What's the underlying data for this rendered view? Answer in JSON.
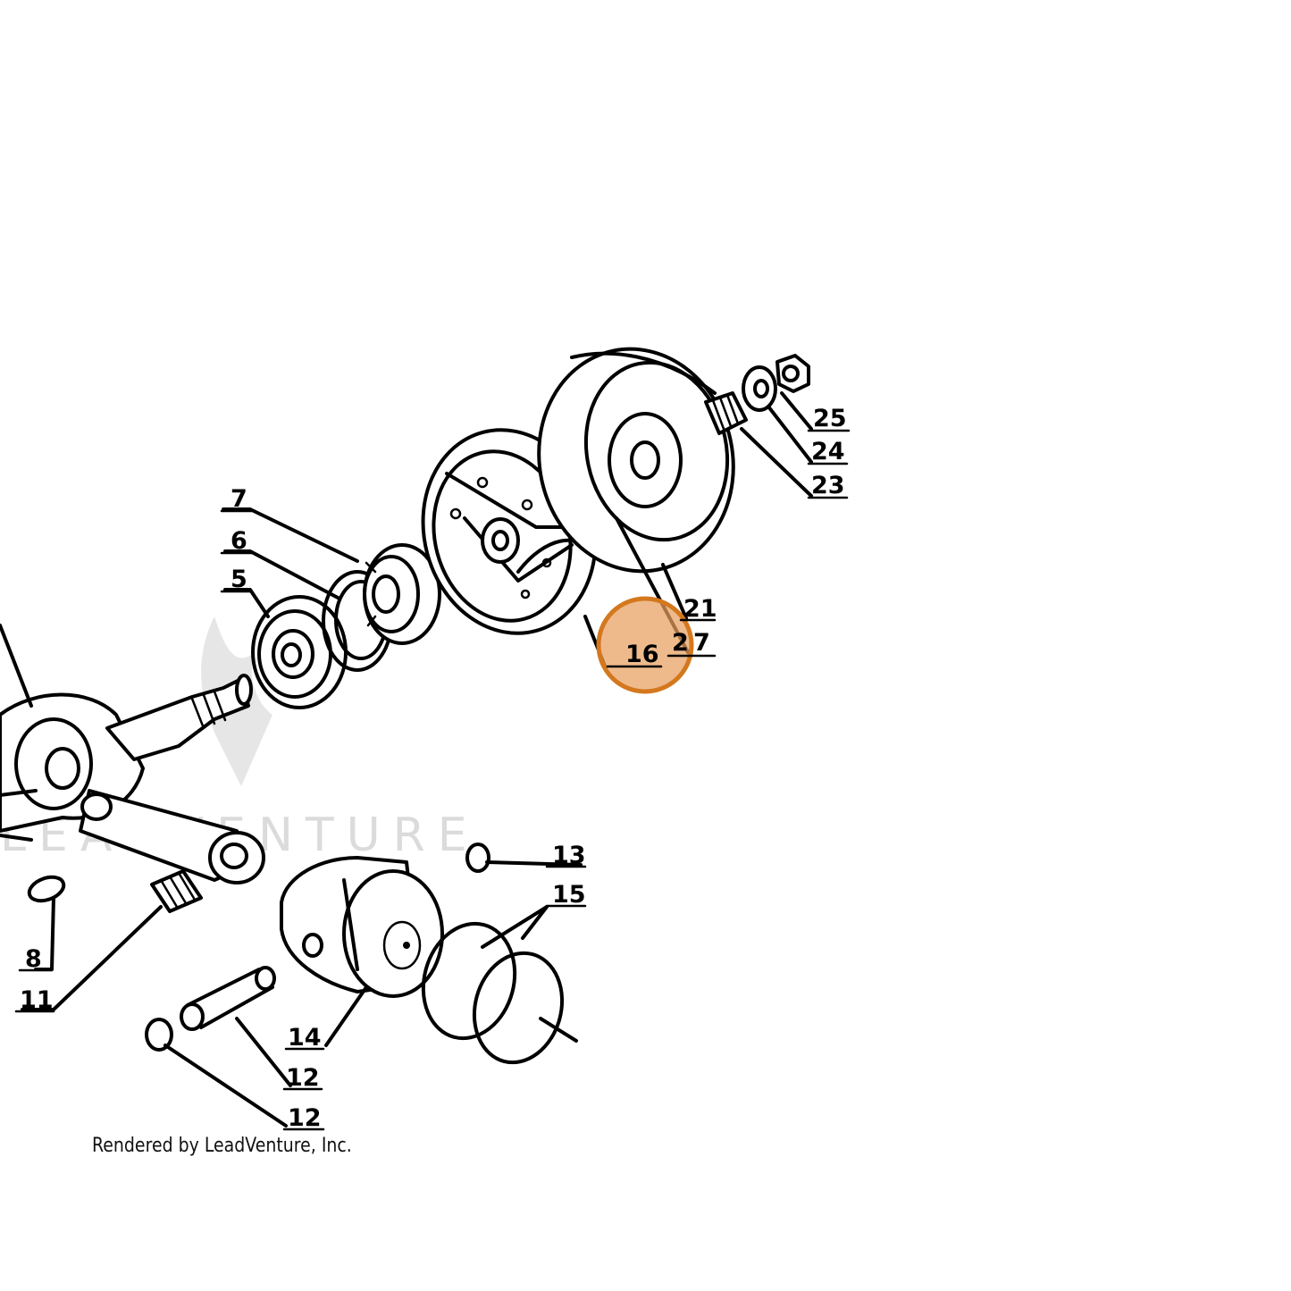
{
  "watermark": {
    "text": "LEADVENTURE"
  },
  "credit": "Rendered by LeadVenture, Inc.",
  "highlight": {
    "color": "#e8a060",
    "stroke": "#d4781e"
  },
  "callouts": [
    {
      "id": "c5",
      "text": "5"
    },
    {
      "id": "c6",
      "text": "6"
    },
    {
      "id": "c7a",
      "text": "7"
    },
    {
      "id": "c7b",
      "text": "7"
    },
    {
      "id": "c8",
      "text": "8"
    },
    {
      "id": "c11",
      "text": "11"
    },
    {
      "id": "c12a",
      "text": "12"
    },
    {
      "id": "c12b",
      "text": "12"
    },
    {
      "id": "c13",
      "text": "13"
    },
    {
      "id": "c14",
      "text": "14"
    },
    {
      "id": "c15",
      "text": "15"
    },
    {
      "id": "c16",
      "text": "16"
    },
    {
      "id": "c2",
      "text": "2"
    },
    {
      "id": "c21",
      "text": "21"
    },
    {
      "id": "c23",
      "text": "23"
    },
    {
      "id": "c24",
      "text": "24"
    },
    {
      "id": "c25",
      "text": "25"
    }
  ]
}
